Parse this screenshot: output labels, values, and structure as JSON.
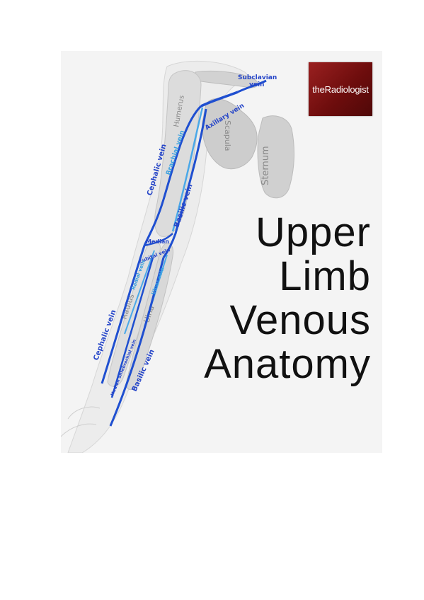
{
  "logo": {
    "text": "theRadiologist"
  },
  "title": {
    "line1": "Upper",
    "line2": "Limb",
    "line3": "Venous",
    "line4": "Anatomy"
  },
  "bones": {
    "humerus": "Humerus",
    "scapula": "Scapula",
    "sternum": "Sternum",
    "radius": "Radius",
    "ulna": "Ulna"
  },
  "veins": {
    "subclavian_line1": "Subclavian",
    "subclavian_line2": "vein",
    "axillary": "Axillary vein",
    "brachial": "Brachial vein",
    "cephalic_upper": "Cephalic vein",
    "basilic_upper": "Basilic vein",
    "median_cubital_line1": "Median",
    "median_cubital_line2": "cubital vein",
    "radial": "Radial vein",
    "ulnar": "Ulnar vein",
    "cephalic_lower": "Cephalic vein",
    "median_antebrachial": "Median antebrachial vein",
    "basilic_lower": "Basilic vein"
  },
  "colors": {
    "vein": "#1f4fd0",
    "deep_vein": "#4aa8e8",
    "logo_bg": "#7a1010",
    "bone": "#c8c8c8"
  }
}
